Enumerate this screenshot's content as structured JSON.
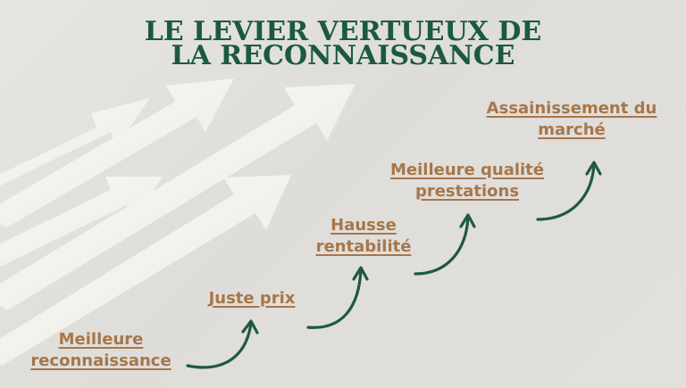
{
  "title": {
    "line1": "LE LEVIER VERTUEUX DE",
    "line2": "LA RECONNAISSANCE"
  },
  "steps": [
    {
      "line1": "Meilleure",
      "line2": "reconnaissance"
    },
    {
      "line1": "Juste prix",
      "line2": ""
    },
    {
      "line1": "Hausse",
      "line2": "rentabilité"
    },
    {
      "line1": "Meilleure qualité",
      "line2": "prestations"
    },
    {
      "line1": "Assainissement du",
      "line2": "marché"
    }
  ],
  "colors": {
    "title": "#1b5a3f",
    "steps": "#a7764a",
    "curves": "#1f5a3e",
    "arrows": "#f4f2ee"
  },
  "icons": {
    "background": "rising-arrows-icon",
    "connector": "curved-arrow-icon"
  }
}
